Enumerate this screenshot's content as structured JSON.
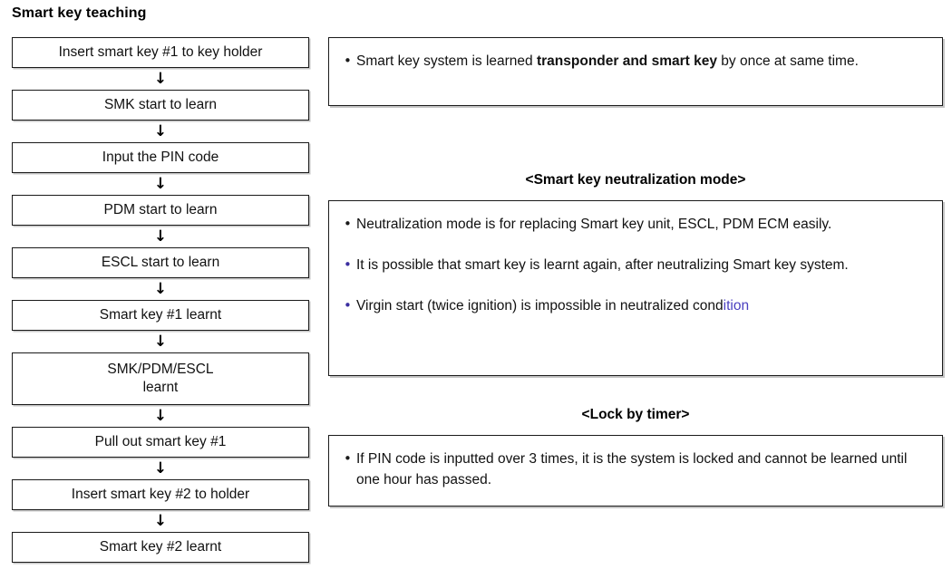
{
  "page": {
    "title": "Smart key teaching"
  },
  "flowchart": {
    "arrow_glyph": "↓",
    "nodes": [
      {
        "label": "Insert smart key #1 to key holder",
        "lines": 1
      },
      {
        "label": "SMK start to learn",
        "lines": 1
      },
      {
        "label": "Input the PIN code",
        "lines": 1
      },
      {
        "label": "PDM start to learn",
        "lines": 1
      },
      {
        "label": "ESCL start to learn",
        "lines": 1
      },
      {
        "label": "Smart key #1 learnt",
        "lines": 1
      },
      {
        "label": "SMK/PDM/ESCL\nlearnt",
        "lines": 2
      },
      {
        "label": "Pull out smart key #1",
        "lines": 1
      },
      {
        "label": "Insert smart key #2 to holder",
        "lines": 1
      },
      {
        "label": "Smart key #2 learnt",
        "lines": 1
      }
    ]
  },
  "notes": {
    "bullet_glyph": "•",
    "top_box": {
      "bullet_color": "#1a1a1a",
      "text_before_bold": "Smart key system is learned ",
      "bold_text": "transponder and smart key",
      "text_after_bold": " by once at same  time."
    },
    "neutralization": {
      "heading": "<Smart key neutralization mode>",
      "bullets": [
        {
          "bullet_color": "#1a1a1a",
          "text": "Neutralization mode is for replacing Smart key unit, ESCL, PDM ECM easily."
        },
        {
          "bullet_color": "#3b2fa0",
          "text": "It is possible that smart key is learnt again, after neutralizing Smart key system."
        },
        {
          "bullet_color": "#3b2fa0",
          "text_plain": "Virgin start (twice ignition) is impossible in neutralized cond",
          "text_tinted": "ition",
          "tint_color": "#4a3fc0"
        }
      ]
    },
    "lock_by_timer": {
      "heading": "<Lock by timer>",
      "bullets": [
        {
          "bullet_color": "#1a1a1a",
          "text": "If PIN code is inputted over 3 times, it is the system is locked and cannot be learned until one hour has passed."
        }
      ]
    }
  }
}
